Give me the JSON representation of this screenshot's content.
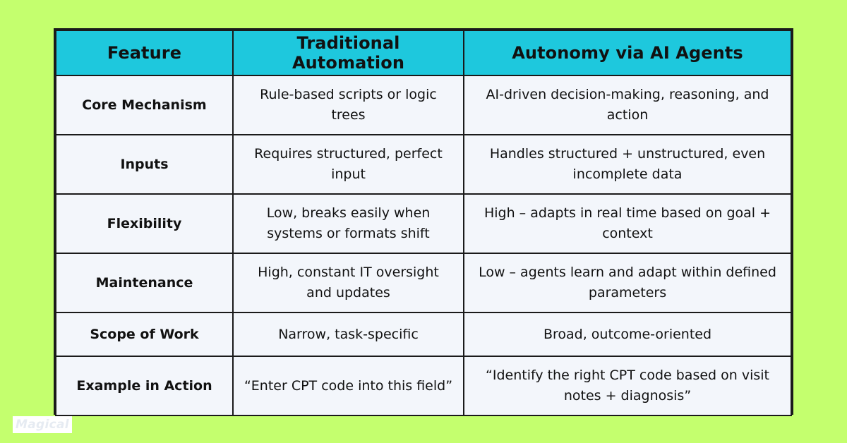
{
  "table": {
    "headers": [
      "Feature",
      "Traditional Automation",
      "Autonomy via AI Agents"
    ],
    "rows": [
      {
        "feature": "Core Mechanism",
        "traditional": "Rule-based scripts or logic trees",
        "autonomy": "AI-driven decision-making, reasoning, and action"
      },
      {
        "feature": "Inputs",
        "traditional": "Requires structured, perfect input",
        "autonomy": "Handles structured + unstructured, even incomplete data"
      },
      {
        "feature": "Flexibility",
        "traditional": "Low, breaks easily when systems or formats shift",
        "autonomy": "High – adapts in real time based on goal + context"
      },
      {
        "feature": "Maintenance",
        "traditional": "High, constant IT oversight and updates",
        "autonomy": "Low – agents learn and adapt within defined parameters"
      },
      {
        "feature": "Scope of Work",
        "traditional": "Narrow, task-specific",
        "autonomy": "Broad, outcome-oriented"
      },
      {
        "feature": "Example in Action",
        "traditional": "“Enter CPT code into this field”",
        "autonomy": "“Identify the right CPT code based on visit notes + diagnosis”"
      }
    ]
  },
  "logo": {
    "text": "Magical"
  },
  "colors": {
    "background": "#c4ff6e",
    "header": "#1ec8dd",
    "cell": "#f3f6fb",
    "border": "#1a1a1a"
  }
}
